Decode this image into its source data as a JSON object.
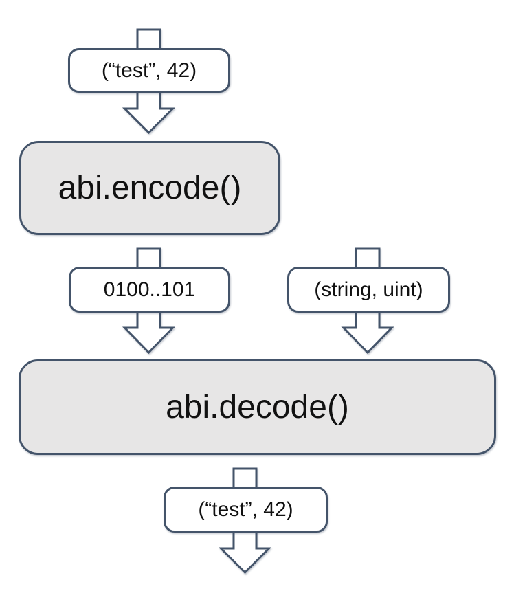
{
  "colors": {
    "outline": "#44546A",
    "process_fill": "#E7E6E6",
    "label_fill": "#FFFFFF",
    "text": "#111111",
    "background": "#FFFFFF"
  },
  "flow": {
    "input_label": "(“test”, 42)",
    "encode_box_label": "abi.encode()",
    "encoded_bytes_label": "0100..101",
    "types_label": "(string, uint)",
    "decode_box_label": "abi.decode()",
    "output_label": "(“test”, 42)"
  }
}
